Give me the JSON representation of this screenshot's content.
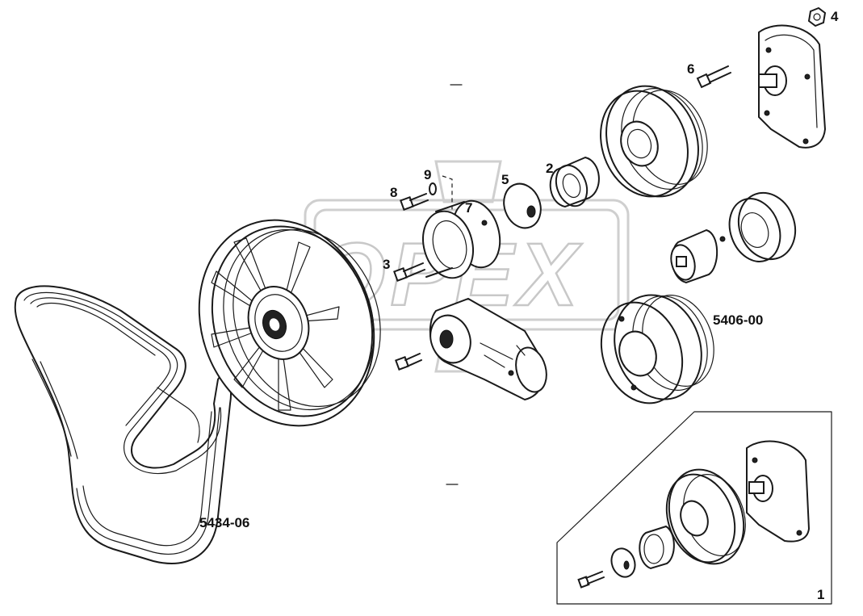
{
  "watermark": {
    "text": "OPEX"
  },
  "callouts": [
    {
      "id": "c1",
      "label": "1"
    },
    {
      "id": "c2",
      "label": "2"
    },
    {
      "id": "c3",
      "label": "3"
    },
    {
      "id": "c4",
      "label": "4"
    },
    {
      "id": "c5",
      "label": "5"
    },
    {
      "id": "c6",
      "label": "6"
    },
    {
      "id": "c7",
      "label": "7"
    },
    {
      "id": "c8",
      "label": "8"
    },
    {
      "id": "c9",
      "label": "9"
    }
  ],
  "group_labels": {
    "belt": "5434-06",
    "pulley_group": "5406-00"
  },
  "colors": {
    "line": "#1a1a1a",
    "watermark": "#c8c8c8",
    "background": "#ffffff"
  }
}
